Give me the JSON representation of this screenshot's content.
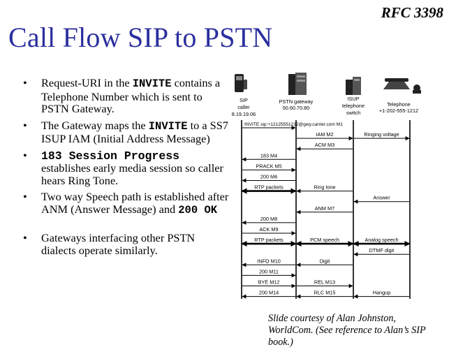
{
  "slide": {
    "tag": "RFC 3398",
    "title": "Call Flow SIP to PSTN",
    "bullets": [
      {
        "pre": "Request-URI in the ",
        "code": "INVITE",
        "post": " contains a Telephone Number which is sent to PSTN Gateway."
      },
      {
        "pre": "The Gateway maps the ",
        "code": "INVITE",
        "post": " to a SS7 ISUP IAM (Initial Address Message)"
      },
      {
        "pre": "",
        "code": "183 Session Progress",
        "post": " establishes early media session so caller hears Ring Tone."
      },
      {
        "pre": "Two way Speech path is established after ANM (Answer Message) and ",
        "code": "200 OK",
        "post": ""
      },
      {
        "pre": "Gateways interfacing other PSTN dialects operate similarly.",
        "code": "",
        "post": ""
      }
    ],
    "bullet_char": "•",
    "credit": "Slide courtesy of Alan Johnston, WorldCom. (See reference to Alan’s SIP book.)"
  },
  "diagram": {
    "icons": [
      "phone-icon",
      "server-icon",
      "switch-icon",
      "telephone-icon"
    ],
    "entities": [
      {
        "lines": [
          "SIP",
          "caller",
          "8.19.19.06"
        ]
      },
      {
        "lines": [
          "PSTN gateway",
          "50.60.70.80"
        ]
      },
      {
        "lines": [
          "ISUP",
          "telephone",
          "switch"
        ]
      },
      {
        "lines": [
          "Telephone",
          "+1-202-555-1212"
        ]
      }
    ],
    "messages": [
      {
        "label": "INVITE sip:+12125551212@gwy.carrier.com  M1",
        "from": 0,
        "to": 1,
        "seq": 0
      },
      {
        "label": "IAM M2",
        "from": 1,
        "to": 2,
        "seq": 1
      },
      {
        "label": "Ringing voltage",
        "from": 2,
        "to": 3,
        "seq": 1
      },
      {
        "label": "ACM M3",
        "from": 2,
        "to": 1,
        "seq": 2
      },
      {
        "label": "183 M4",
        "from": 1,
        "to": 0,
        "seq": 3
      },
      {
        "label": "PRACK M5",
        "from": 0,
        "to": 1,
        "seq": 4
      },
      {
        "label": "200 M6",
        "from": 1,
        "to": 0,
        "seq": 5
      },
      {
        "label": "RTP packets",
        "from": 0,
        "to": 1,
        "seq": 6,
        "bidir": true
      },
      {
        "label": "Ring tone",
        "from": 2,
        "to": 1,
        "seq": 6
      },
      {
        "label": "Answer",
        "from": 3,
        "to": 2,
        "seq": 7
      },
      {
        "label": "ANM M7",
        "from": 2,
        "to": 1,
        "seq": 8
      },
      {
        "label": "200 M8",
        "from": 1,
        "to": 0,
        "seq": 9
      },
      {
        "label": "ACK M9",
        "from": 0,
        "to": 1,
        "seq": 10
      },
      {
        "label": "RTP packets",
        "from": 0,
        "to": 1,
        "seq": 11,
        "bidir": true
      },
      {
        "label": "PCM speech",
        "from": 1,
        "to": 2,
        "seq": 11,
        "bidir": true
      },
      {
        "label": "Analog speech",
        "from": 2,
        "to": 3,
        "seq": 11,
        "bidir": true
      },
      {
        "label": "DTMF digit",
        "from": 3,
        "to": 2,
        "seq": 12
      },
      {
        "label": "INFO M10",
        "from": 1,
        "to": 0,
        "seq": 13
      },
      {
        "label": "Digit",
        "from": 2,
        "to": 1,
        "seq": 13
      },
      {
        "label": "200 M11",
        "from": 0,
        "to": 1,
        "seq": 14
      },
      {
        "label": "BYE M12",
        "from": 0,
        "to": 1,
        "seq": 15
      },
      {
        "label": "REL M13",
        "from": 1,
        "to": 2,
        "seq": 15
      },
      {
        "label": "200 M14",
        "from": 1,
        "to": 0,
        "seq": 16
      },
      {
        "label": "RLC M15",
        "from": 2,
        "to": 1,
        "seq": 16
      },
      {
        "label": "Hangup",
        "from": 3,
        "to": 2,
        "seq": 16
      }
    ]
  }
}
